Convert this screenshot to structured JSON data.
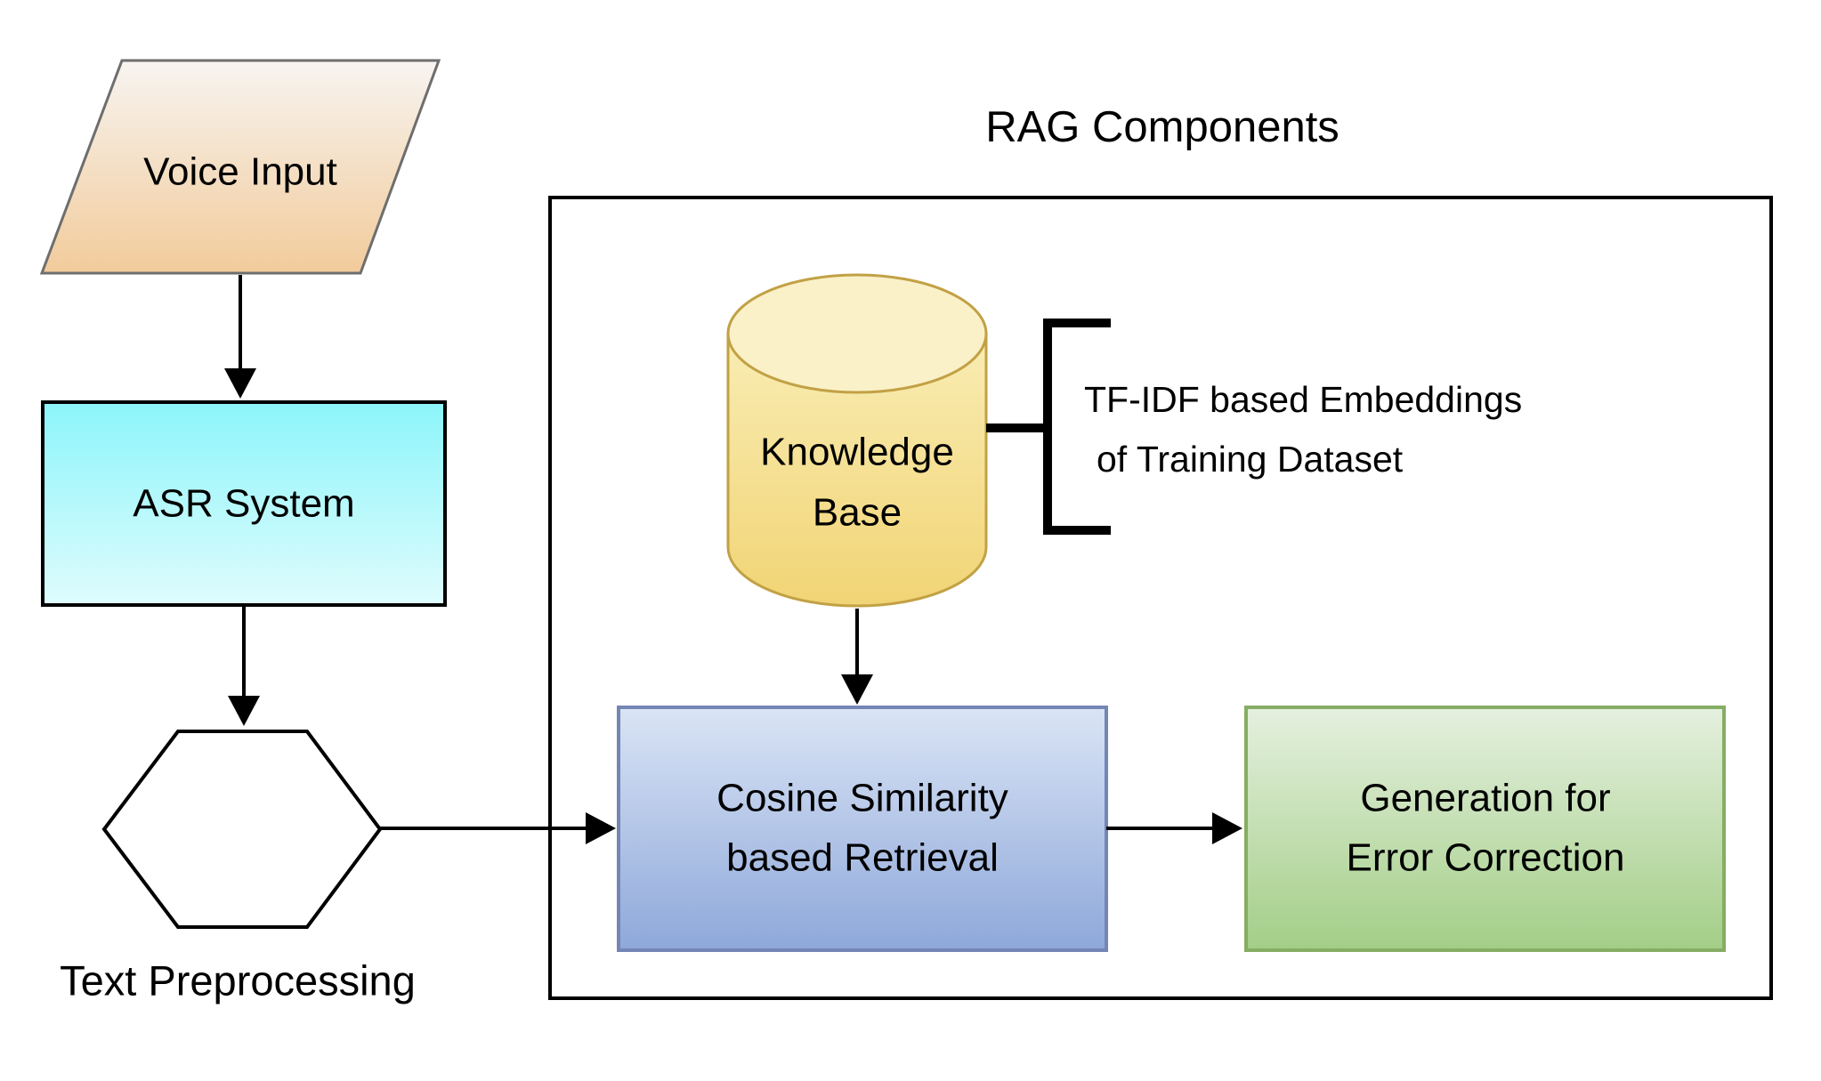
{
  "diagram": {
    "title": "RAG Components",
    "nodes": {
      "voice_input": {
        "label": "Voice Input",
        "shape": "parallelogram",
        "fill_top": "#F7F4F0",
        "fill_bottom": "#F2CB9B",
        "border": "#6E6E6E"
      },
      "asr_system": {
        "label": "ASR System",
        "shape": "rectangle",
        "fill_top": "#8CF5FA",
        "fill_bottom": "#DFFCFD",
        "border": "#000000"
      },
      "text_preprocessing": {
        "label": "Text Preprocessing",
        "shape": "hexagon",
        "fill": "#FFFFFF",
        "border": "#000000"
      },
      "knowledge_base": {
        "line1": "Knowledge",
        "line2": "Base",
        "shape": "cylinder",
        "fill_top": "#FAF1C9",
        "fill_bottom": "#F1D475",
        "border": "#C2A145"
      },
      "cosine_retrieval": {
        "line1": "Cosine Similarity",
        "line2": "based Retrieval",
        "shape": "rectangle",
        "fill_top": "#DAE4F5",
        "fill_bottom": "#8EA8DA",
        "border": "#7486B4"
      },
      "generation": {
        "line1": "Generation for",
        "line2": "Error Correction",
        "shape": "rectangle",
        "fill_top": "#E5F0DF",
        "fill_bottom": "#A3CE87",
        "border": "#86AD64"
      }
    },
    "annotation": {
      "line1": "TF-IDF based Embeddings",
      "line2": "of Training Dataset"
    },
    "container_label": "RAG Components",
    "edges": [
      {
        "from": "Voice Input",
        "to": "ASR System"
      },
      {
        "from": "ASR System",
        "to": "Text Preprocessing"
      },
      {
        "from": "Text Preprocessing",
        "to": "Cosine Similarity based Retrieval"
      },
      {
        "from": "Knowledge Base",
        "to": "Cosine Similarity based Retrieval"
      },
      {
        "from": "Cosine Similarity based Retrieval",
        "to": "Generation for Error Correction"
      },
      {
        "from": "Knowledge Base",
        "to": "TF-IDF based Embeddings of Training Dataset",
        "style": "bracket"
      }
    ]
  }
}
